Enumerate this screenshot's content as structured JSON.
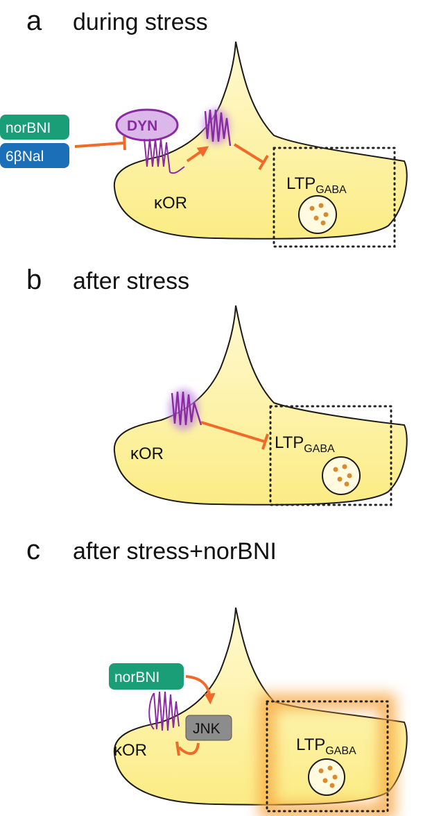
{
  "panels": [
    {
      "letter": "a",
      "title": "during stress"
    },
    {
      "letter": "b",
      "title": "after stress"
    },
    {
      "letter": "c",
      "title": "after stress+norBNI"
    }
  ],
  "labels": {
    "kor": "κOR",
    "ltp_main": "LTP",
    "ltp_sub": "GABA",
    "dyn": "DYN",
    "jnk": "JNK",
    "norbni": "norBNI",
    "nal": "6βNal"
  },
  "colors": {
    "cell_fill": "#fbec84",
    "cell_fill_light": "#fff9d2",
    "receptor": "#8a2aa3",
    "receptor_glow": "#b36ad0",
    "arrow": "#f06a2a",
    "norbni_badge": "#1a9e78",
    "nal_badge": "#1a6fb8",
    "jnk_badge": "#8c8c8c",
    "vesicle_dot": "#d98a2e",
    "glow": "#f7a540"
  },
  "icons": [
    "receptor-icon",
    "vesicle-icon",
    "inhibition-arrow-icon",
    "activation-arrow-icon"
  ]
}
